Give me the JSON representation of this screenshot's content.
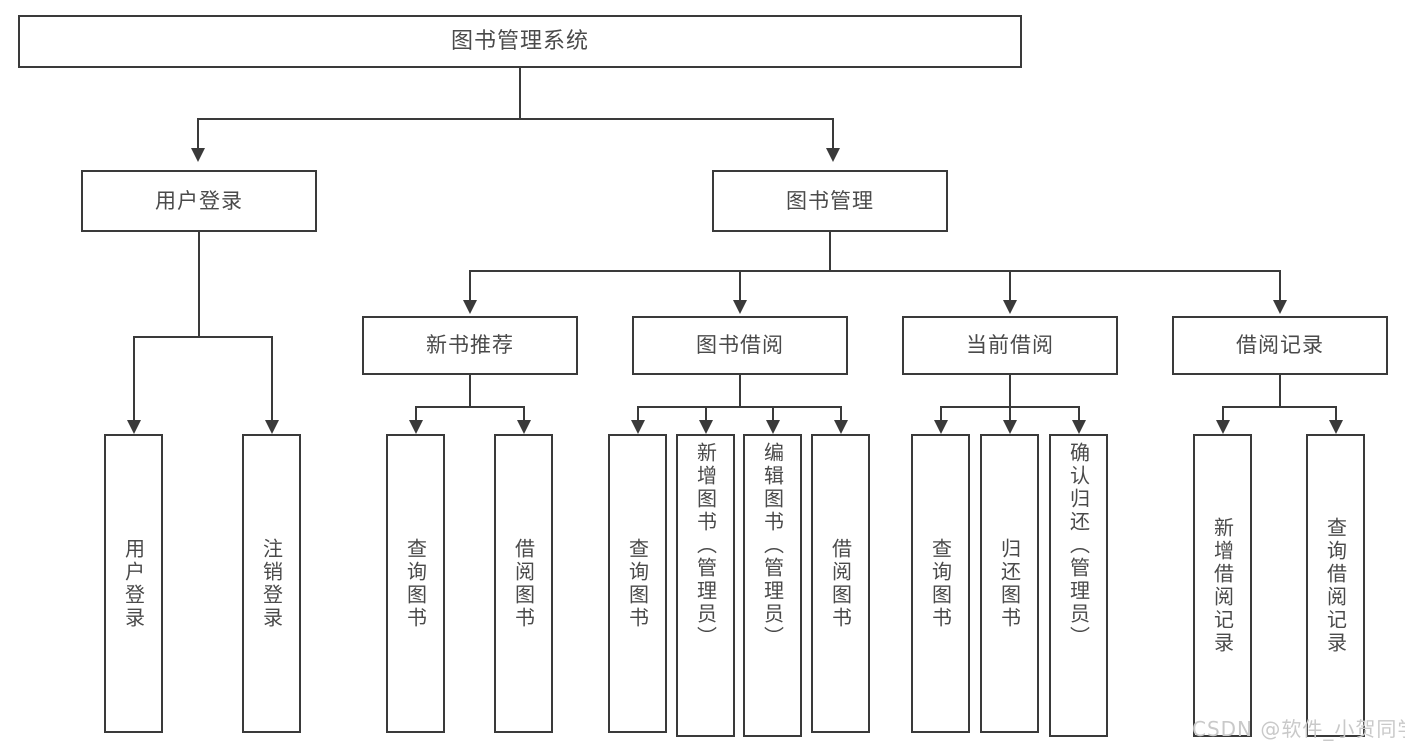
{
  "diagram": {
    "title": "图书管理系统",
    "type": "tree-hierarchy-diagram",
    "colors": {
      "stroke": "#3a3a3a",
      "text": "#4a4a4a",
      "background": "#ffffff",
      "watermark": "#c9c9c9"
    }
  },
  "root": {
    "label": "图书管理系统"
  },
  "level2": [
    {
      "label": "用户登录"
    },
    {
      "label": "图书管理"
    }
  ],
  "level3": [
    {
      "label": "新书推荐"
    },
    {
      "label": "图书借阅"
    },
    {
      "label": "当前借阅"
    },
    {
      "label": "借阅记录"
    }
  ],
  "leaves": {
    "user_login": [
      {
        "label": "用户登录"
      },
      {
        "label": "注销登录"
      }
    ],
    "new_book": [
      {
        "label": "查询图书"
      },
      {
        "label": "借阅图书"
      }
    ],
    "book_borrow": [
      {
        "label": "查询图书"
      },
      {
        "label": "新增图书（管理员）"
      },
      {
        "label": "编辑图书（管理员）"
      },
      {
        "label": "借阅图书"
      }
    ],
    "current_borrow": [
      {
        "label": "查询图书"
      },
      {
        "label": "归还图书"
      },
      {
        "label": "确认归还（管理员）"
      }
    ],
    "borrow_record": [
      {
        "label": "新增借阅记录"
      },
      {
        "label": "查询借阅记录"
      }
    ]
  },
  "watermark": {
    "text": "CSDN @软件_小贺同学"
  }
}
